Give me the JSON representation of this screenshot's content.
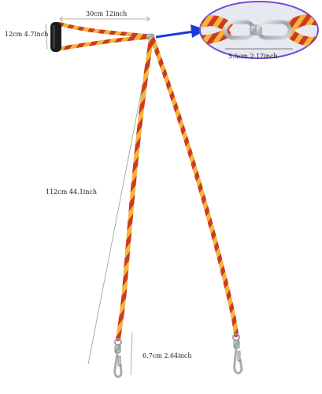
{
  "dimensions": {
    "handle_width": "30cm  12inch",
    "handle_height": "12cm  4.7Inch",
    "swivel_length": "5.5cm  2.17inch",
    "leash_length": "112cm  44.1inch",
    "clip_length": "6.7cm  2.64inch"
  },
  "colors": {
    "rope_red": "#cc3a24",
    "rope_yellow": "#f2b43a",
    "handle_black": "#1b1b1b",
    "metal": "#a9adb3",
    "inset_bg": "#e7e9f0",
    "inset_border": "#7a4bd6",
    "arrow_blue": "#1d3ad8"
  },
  "icons": [
    "snap-hook-icon",
    "swivel-connector-icon",
    "arrow-right-icon"
  ]
}
